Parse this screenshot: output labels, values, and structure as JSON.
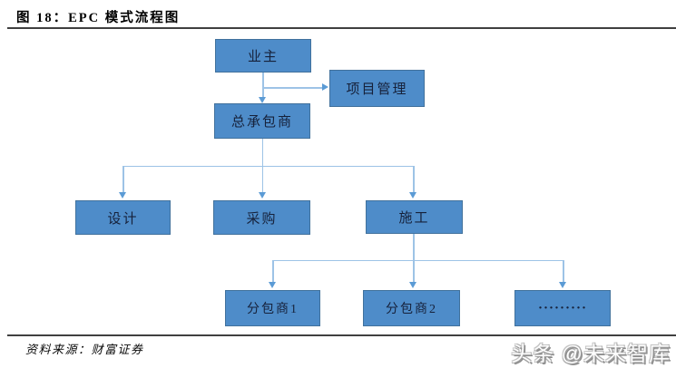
{
  "figure": {
    "title": "图 18：EPC 模式流程图",
    "source": "资料来源：财富证券",
    "watermark": "头条 @未来智库"
  },
  "flowchart": {
    "nodes": [
      {
        "id": "owner",
        "label": "业主"
      },
      {
        "id": "project-management",
        "label": "项目管理"
      },
      {
        "id": "general-contractor",
        "label": "总承包商"
      },
      {
        "id": "design",
        "label": "设计"
      },
      {
        "id": "procurement",
        "label": "采购"
      },
      {
        "id": "construction",
        "label": "施工"
      },
      {
        "id": "subcontractor-1",
        "label": "分包商1"
      },
      {
        "id": "subcontractor-2",
        "label": "分包商2"
      },
      {
        "id": "more-subcontractors",
        "label": "·········"
      }
    ],
    "edges": [
      {
        "from": "业主",
        "to": "项目管理"
      },
      {
        "from": "业主",
        "to": "总承包商"
      },
      {
        "from": "总承包商",
        "to": "设计"
      },
      {
        "from": "总承包商",
        "to": "采购"
      },
      {
        "from": "总承包商",
        "to": "施工"
      },
      {
        "from": "施工",
        "to": "分包商1"
      },
      {
        "from": "施工",
        "to": "分包商2"
      },
      {
        "from": "施工",
        "to": "·········"
      }
    ],
    "colors": {
      "node_fill": "#4E8CC9",
      "node_border": "#41719C",
      "connector": "#9DC3E6",
      "arrowhead": "#5B9BD5"
    }
  }
}
